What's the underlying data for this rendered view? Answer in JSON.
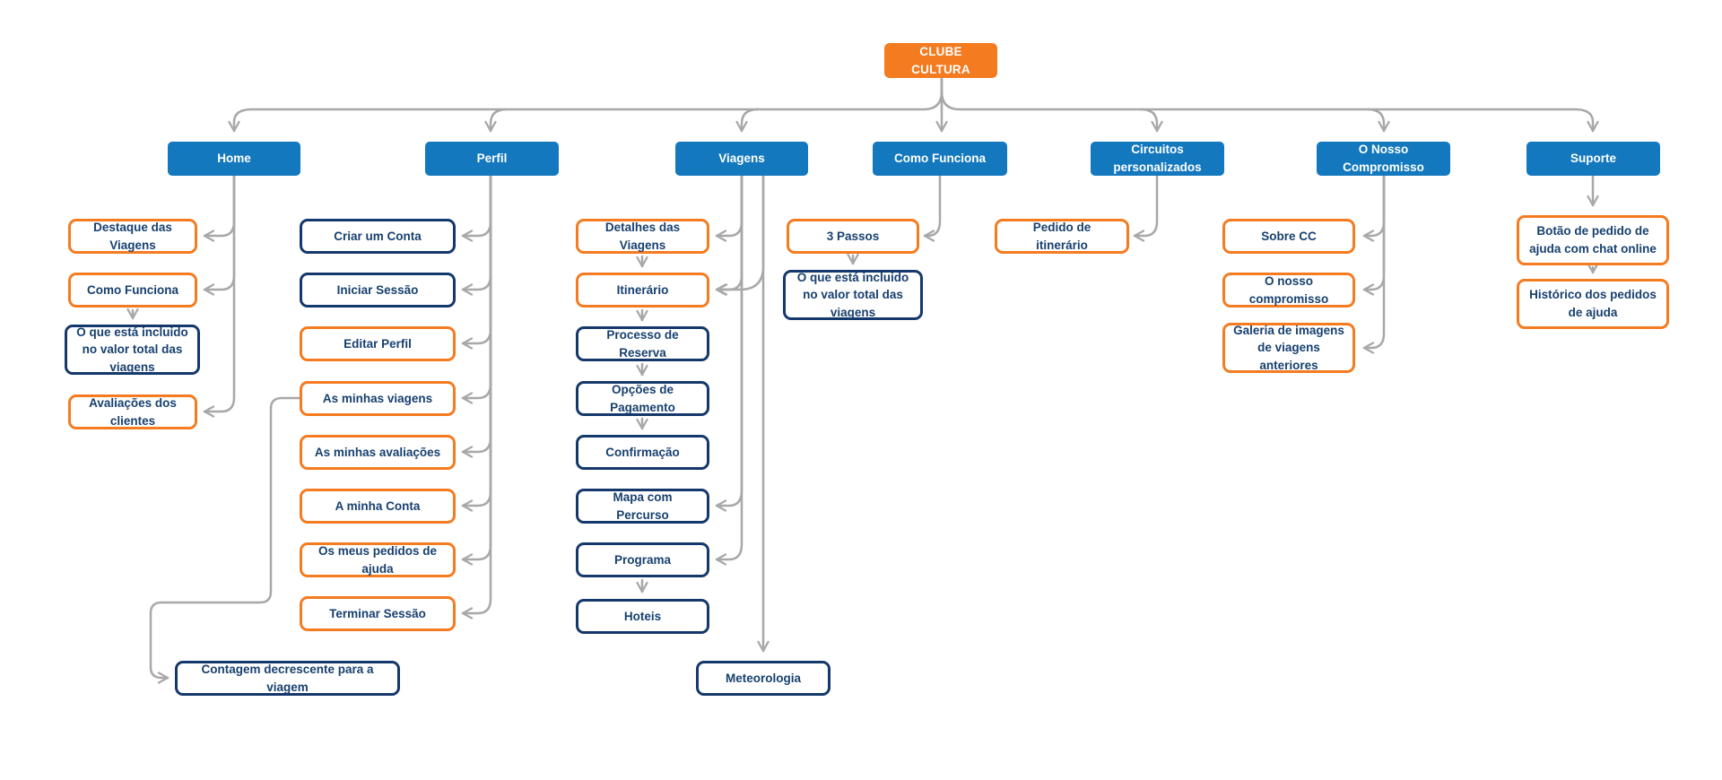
{
  "diagram_title": "Clube Cultura sitemap",
  "colors": {
    "accent_orange": "#F47B20",
    "accent_blue": "#1378BE",
    "navy_border": "#14386B",
    "text_navy": "#17406F",
    "connector_gray": "#A8A8A8",
    "background": "#FFFFFF"
  },
  "tree": {
    "root": {
      "label": "CLUBE CULTURA"
    },
    "sections": [
      {
        "label": "Home",
        "children": [
          {
            "label": "Destaque das Viagens",
            "variant": "orange"
          },
          {
            "label": "Como Funciona",
            "variant": "orange"
          },
          {
            "label": "O que está incluido no valor total das viagens",
            "variant": "navy"
          },
          {
            "label": "Avaliações dos clientes",
            "variant": "orange"
          }
        ]
      },
      {
        "label": "Perfil",
        "children": [
          {
            "label": "Criar um Conta",
            "variant": "navy"
          },
          {
            "label": "Iniciar Sessão",
            "variant": "navy"
          },
          {
            "label": "Editar Perfil",
            "variant": "orange"
          },
          {
            "label": "As minhas viagens",
            "variant": "orange"
          },
          {
            "label": "As minhas avaliações",
            "variant": "orange"
          },
          {
            "label": "A minha Conta",
            "variant": "orange"
          },
          {
            "label": "Os meus pedidos de ajuda",
            "variant": "orange"
          },
          {
            "label": "Terminar Sessão",
            "variant": "orange"
          },
          {
            "label": "Contagem decrescente para a viagem",
            "variant": "navy"
          }
        ]
      },
      {
        "label": "Viagens",
        "children": [
          {
            "label": "Detalhes das Viagens",
            "variant": "orange"
          },
          {
            "label": "Itinerário",
            "variant": "orange"
          },
          {
            "label": "Processo de Reserva",
            "variant": "navy"
          },
          {
            "label": "Opções de Pagamento",
            "variant": "navy"
          },
          {
            "label": "Confirmação",
            "variant": "navy"
          },
          {
            "label": "Mapa com Percurso",
            "variant": "navy"
          },
          {
            "label": "Programa",
            "variant": "navy"
          },
          {
            "label": "Hoteis",
            "variant": "navy"
          },
          {
            "label": "Meteorologia",
            "variant": "navy"
          }
        ]
      },
      {
        "label": "Como Funciona",
        "children": [
          {
            "label": "3 Passos",
            "variant": "orange"
          },
          {
            "label": "O que está incluido no valor total das viagens",
            "variant": "navy"
          }
        ]
      },
      {
        "label": "Circuitos personalizados",
        "children": [
          {
            "label": "Pedido de itinerário",
            "variant": "orange"
          }
        ]
      },
      {
        "label": "O Nosso Compromisso",
        "children": [
          {
            "label": "Sobre CC",
            "variant": "orange"
          },
          {
            "label": "O nosso compromisso",
            "variant": "orange"
          },
          {
            "label": "Galeria de imagens de viagens anteriores",
            "variant": "orange"
          }
        ]
      },
      {
        "label": "Suporte",
        "children": [
          {
            "label": "Botão de pedido de ajuda com chat online",
            "variant": "orange"
          },
          {
            "label": "Histórico dos pedidos de ajuda",
            "variant": "orange"
          }
        ]
      }
    ]
  }
}
